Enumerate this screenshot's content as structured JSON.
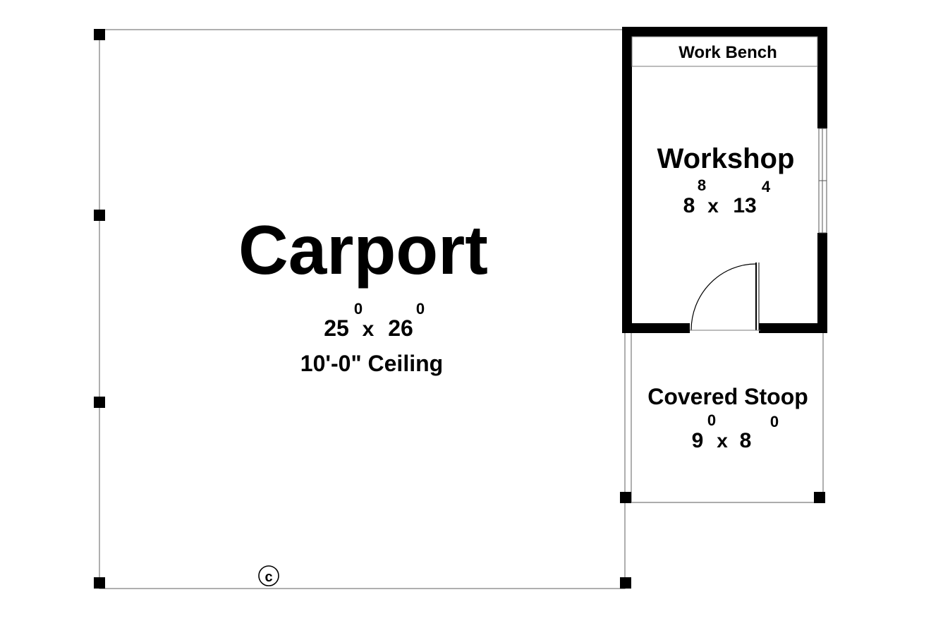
{
  "colors": {
    "wall": "#000000",
    "thin_line": "#7a7a7a",
    "background": "#ffffff"
  },
  "icons": {
    "column_post": "filled-square",
    "ceiling_marker": "circled-letter"
  },
  "rooms": {
    "carport": {
      "name": "Carport",
      "dim_width": "25",
      "dim_width_sup": "0",
      "dim_sep": "x",
      "dim_length": "26",
      "dim_length_sup": "0",
      "ceiling": "10'-0\" Ceiling",
      "marker": "c"
    },
    "workshop": {
      "name": "Workshop",
      "dim_width": "8",
      "dim_width_sup": "8",
      "dim_sep": "x",
      "dim_length": "13",
      "dim_length_sup": "4",
      "bench": "Work Bench"
    },
    "stoop": {
      "name": "Covered Stoop",
      "dim_width": "9",
      "dim_width_sup": "0",
      "dim_sep": "x",
      "dim_length": "8",
      "dim_length_sup": "0"
    }
  }
}
